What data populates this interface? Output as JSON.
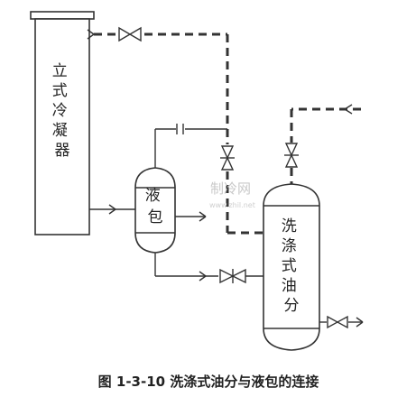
{
  "diagram": {
    "nodes": {
      "condenser": "立式冷凝器",
      "liquid_drum": "液包",
      "oil_separator": "洗涤式油分"
    },
    "caption": "图 1-3-10 洗涤式油分与液包的连接",
    "watermark": {
      "text": "制冷网",
      "url": "www.zhil.net"
    }
  }
}
